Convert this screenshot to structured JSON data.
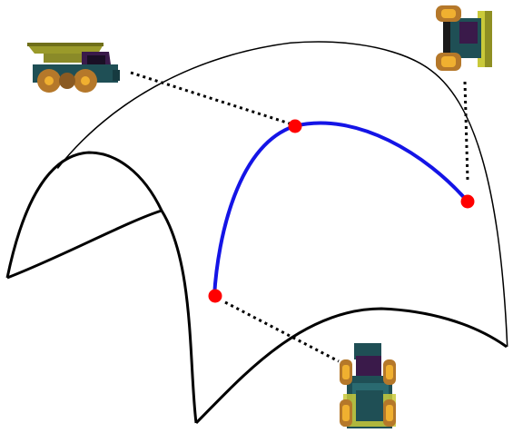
{
  "figure": {
    "surface": {
      "name": "curved-manifold-surface",
      "stroke": "#000000",
      "fill": "#ffffff"
    },
    "geodesic": {
      "name": "geodesic-path",
      "color": "#1414e6"
    },
    "keyframes": [
      {
        "name": "start-waypoint",
        "color": "#ff0000",
        "pose": "truck-view-top"
      },
      {
        "name": "middle-waypoint",
        "color": "#ff0000",
        "pose": "truck-view-side"
      },
      {
        "name": "end-waypoint",
        "color": "#ff0000",
        "pose": "truck-view-back"
      }
    ],
    "leader_lines": {
      "color": "#000000",
      "style": "dotted"
    },
    "truck_colors": {
      "body": "#1f4f55",
      "bed": "#8a8a28",
      "cab": "#3a1a4a",
      "wheel": "#b5782a",
      "hub": "#f0b030",
      "chassis": "#c9c93a",
      "dark": "#1a1a1a"
    }
  }
}
